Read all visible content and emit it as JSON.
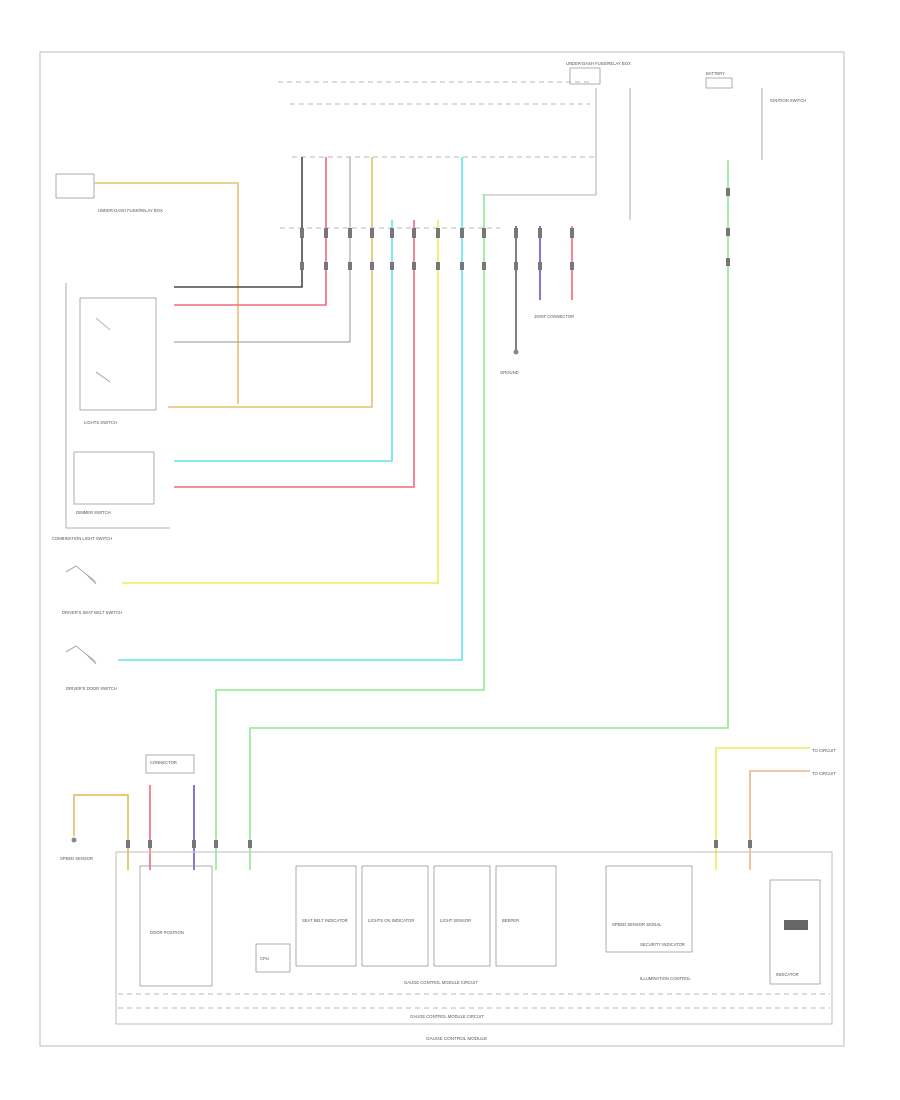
{
  "diagram": {
    "footer_code": "",
    "module": {
      "name": "GAUGE CONTROL MODULE",
      "inner_bus": "GAUGE CONTROL MODULE CIRCUIT",
      "blocks": [
        {
          "id": "b1",
          "label": "DOOR POSITION"
        },
        {
          "id": "b2",
          "label": "CPU"
        },
        {
          "id": "b3",
          "label": "SEAT BELT INDICATOR"
        },
        {
          "id": "b4",
          "label": "LIGHTS ON INDICATOR"
        },
        {
          "id": "b5",
          "label": "LIGHT SENSOR"
        },
        {
          "id": "b6",
          "label": "BEEPER"
        },
        {
          "id": "b7",
          "label": "SPEED SENSOR SIGNAL"
        },
        {
          "id": "b8",
          "label": "SECURITY INDICATOR"
        },
        {
          "id": "b9",
          "label": "ILLUMINATION CONTROL"
        },
        {
          "id": "b10",
          "label": "INDICATOR"
        }
      ]
    },
    "components": [
      {
        "id": "fuse_box",
        "label": "UNDER-DASH FUSE/RELAY BOX"
      },
      {
        "id": "ign_batt",
        "label": "BATTERY"
      },
      {
        "id": "headlight_switch",
        "label": "COMBINATION LIGHT SWITCH"
      },
      {
        "id": "light_switch_sub",
        "label": "LIGHTS SWITCH"
      },
      {
        "id": "dimmer_switch",
        "label": "DIMMER SWITCH"
      },
      {
        "id": "driver_seatbelt",
        "label": "DRIVER'S SEAT BELT SWITCH"
      },
      {
        "id": "door_switch",
        "label": "DRIVER'S DOOR SWITCH"
      },
      {
        "id": "joint_connector",
        "label": "JOINT CONNECTOR"
      },
      {
        "id": "ground",
        "label": "GROUND"
      },
      {
        "id": "speed_sensor",
        "label": "SPEED SENSOR"
      },
      {
        "id": "right_connector",
        "label": "CONNECTOR"
      },
      {
        "id": "ignition_switch",
        "label": "IGNITION SWITCH"
      },
      {
        "id": "to_circuit",
        "label": "TO CIRCUIT"
      }
    ],
    "wires": [
      {
        "id": "w_blk",
        "color_name": "BLK",
        "color": "#4a4a4a"
      },
      {
        "id": "w_red",
        "color_name": "RED",
        "color": "#ee6b7b"
      },
      {
        "id": "w_wht",
        "color_name": "WHT",
        "color": "#a9a9a9"
      },
      {
        "id": "w_org",
        "color_name": "ORN",
        "color": "#e8c070"
      },
      {
        "id": "w_cyan",
        "color_name": "BLU",
        "color": "#5fe6ec"
      },
      {
        "id": "w_yel",
        "color_name": "YEL",
        "color": "#eced5a"
      },
      {
        "id": "w_grn",
        "color_name": "GRN",
        "color": "#8fe896"
      },
      {
        "id": "w_pur",
        "color_name": "PUR",
        "color": "#8a74d8"
      },
      {
        "id": "w_tan",
        "color_name": "ORN/WHT",
        "color": "#f0b483"
      }
    ]
  }
}
